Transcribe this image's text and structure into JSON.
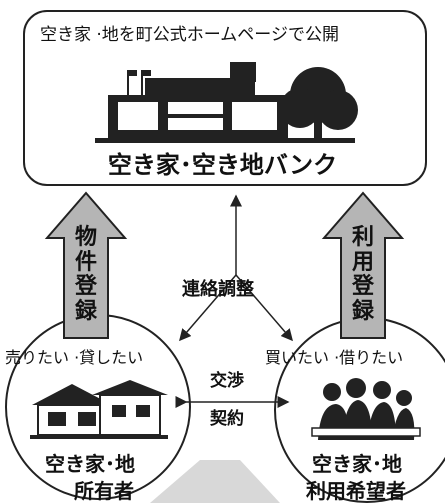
{
  "bank": {
    "header": "空き家 ·地を町公式ホームページで公開",
    "title": "空き家･空き地バンク"
  },
  "left_arrow": {
    "label": "物件登録",
    "chars": [
      "物",
      "件",
      "登",
      "録"
    ]
  },
  "right_arrow": {
    "label": "利用登録",
    "chars": [
      "利",
      "用",
      "登",
      "録"
    ]
  },
  "center": {
    "contact": "連絡調整",
    "negotiate_1": "交渉",
    "negotiate_2": "契約"
  },
  "owner": {
    "caption": "売りたい ·貸したい",
    "name_1": "空き家･地",
    "name_2": "所有者"
  },
  "user": {
    "caption": "買いたい ·借りたい",
    "name_1": "空き家･地",
    "name_2": "利用希望者"
  }
}
